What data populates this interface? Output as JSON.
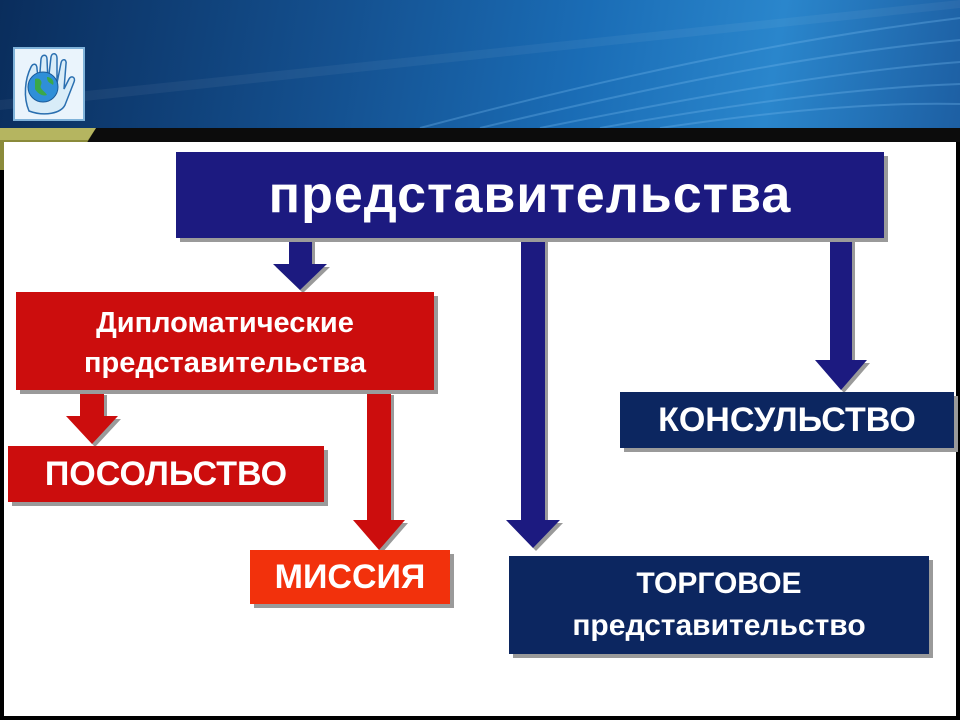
{
  "diagram": {
    "root": {
      "label": "представительства"
    },
    "diplomatic": {
      "line1": "Дипломатические",
      "line2": "представительства"
    },
    "embassy": {
      "label": "ПОСОЛЬСТВО"
    },
    "mission": {
      "label": "МИССИЯ"
    },
    "consulate": {
      "label": "КОНСУЛЬСТВО"
    },
    "trade": {
      "line1": "ТОРГОВОЕ",
      "line2": "представительство"
    }
  },
  "colors": {
    "navy": "#1c1a80",
    "dark_navy": "#0c2660",
    "red": "#cc0d0d",
    "orange_red": "#f2310c",
    "banner_blue": "#1a6cb5"
  },
  "icons": {
    "logo": "globe-hand-icon"
  }
}
